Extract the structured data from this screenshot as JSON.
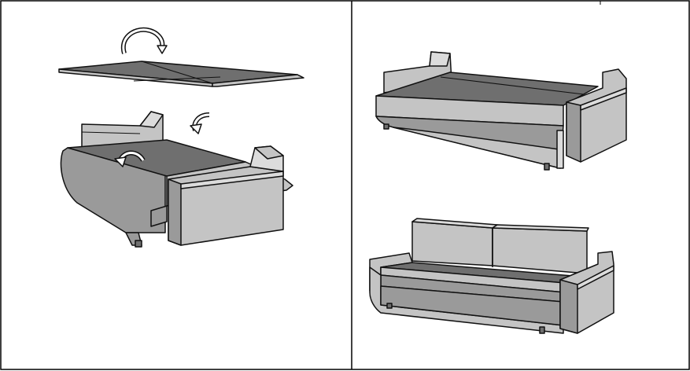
{
  "figure": {
    "panels": [
      {
        "id": "left",
        "step": "unfolding"
      },
      {
        "id": "right-top",
        "step": "unfolded"
      },
      {
        "id": "right-bottom",
        "step": "folded"
      }
    ],
    "colors": {
      "border": "#000000",
      "fabric_dark": "#6f6f6f",
      "fabric_mid": "#9a9a9a",
      "fabric_light": "#c4c4c4",
      "fabric_pale": "#dcdcdc",
      "outline": "#111111"
    }
  }
}
